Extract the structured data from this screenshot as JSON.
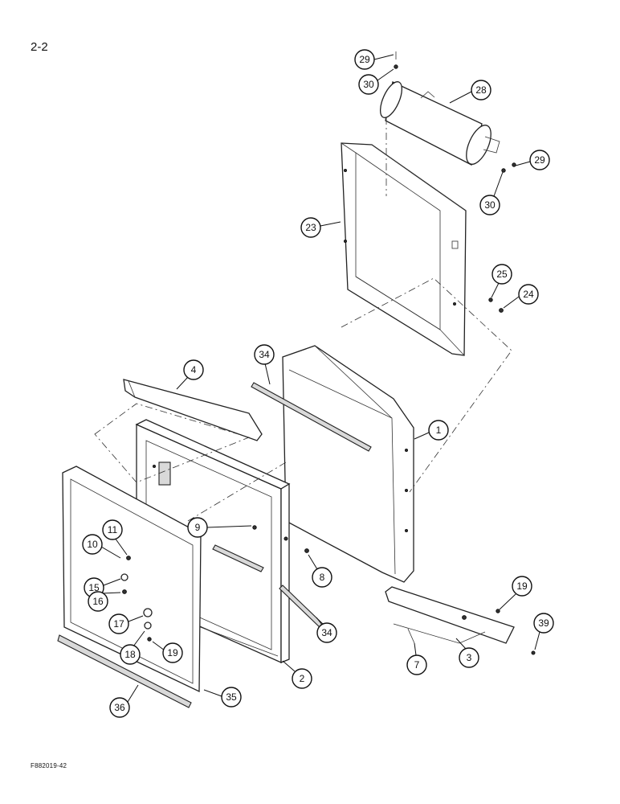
{
  "page": {
    "number": "2-2",
    "figure_code": "F882019-42"
  },
  "callouts": [
    "29",
    "30",
    "28",
    "29",
    "30",
    "23",
    "25",
    "24",
    "34",
    "4",
    "1",
    "9",
    "11",
    "10",
    "8",
    "15",
    "16",
    "17",
    "18",
    "19",
    "34",
    "2",
    "36",
    "35",
    "19",
    "39",
    "7",
    "3"
  ]
}
